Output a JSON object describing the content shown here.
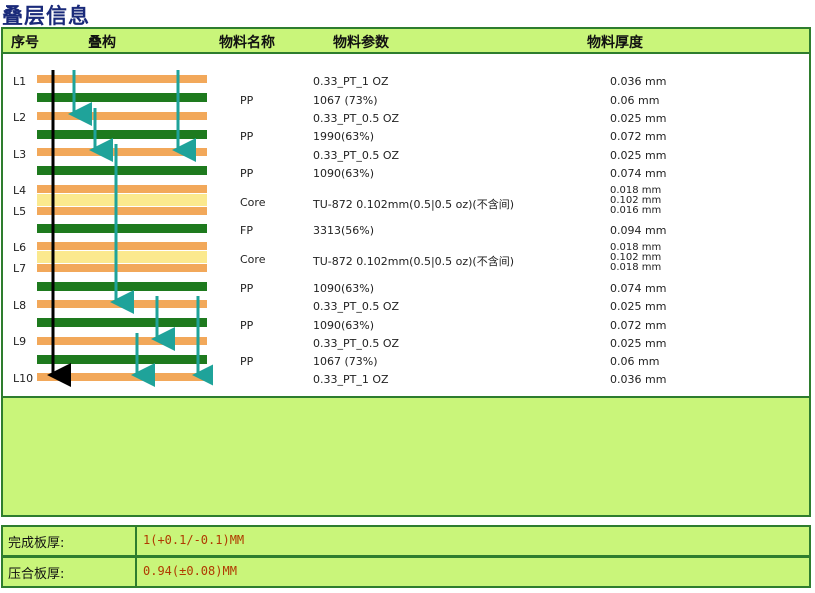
{
  "title": "叠层信息",
  "headers": {
    "seq": "序号",
    "stack": "叠构",
    "material_name": "物料名称",
    "material_param": "物料参数",
    "material_thickness": "物料厚度"
  },
  "layer_labels": [
    "L1",
    "L2",
    "L3",
    "L4",
    "L5",
    "L6",
    "L7",
    "L8",
    "L9",
    "L10"
  ],
  "rows": [
    {
      "name": "",
      "param": "0.33_PT_1 OZ",
      "thickness": "0.036 mm"
    },
    {
      "name": "PP",
      "param": "1067 (73%)",
      "thickness": "0.06 mm"
    },
    {
      "name": "",
      "param": "0.33_PT_0.5 OZ",
      "thickness": "0.025 mm"
    },
    {
      "name": "PP",
      "param": "1990(63%)",
      "thickness": "0.072 mm"
    },
    {
      "name": "",
      "param": "0.33_PT_0.5 OZ",
      "thickness": "0.025 mm"
    },
    {
      "name": "PP",
      "param": "1090(63%)",
      "thickness": "0.074 mm"
    },
    {
      "name": "Core",
      "param": "TU-872 0.102mm(0.5|0.5 oz)(不含间)",
      "thickness": ""
    },
    {
      "name": "",
      "param": "",
      "thickness": "0.018 mm"
    },
    {
      "name": "",
      "param": "",
      "thickness": "0.102 mm"
    },
    {
      "name": "",
      "param": "",
      "thickness": "0.016 mm"
    },
    {
      "name": "FP",
      "param": "3313(56%)",
      "thickness": "0.094 mm"
    },
    {
      "name": "Core",
      "param": "TU-872 0.102mm(0.5|0.5 oz)(不含间)",
      "thickness": ""
    },
    {
      "name": "",
      "param": "",
      "thickness": "0.018 mm"
    },
    {
      "name": "",
      "param": "",
      "thickness": "0.102 mm"
    },
    {
      "name": "",
      "param": "",
      "thickness": "0.018 mm"
    },
    {
      "name": "PP",
      "param": "1090(63%)",
      "thickness": "0.074 mm"
    },
    {
      "name": "",
      "param": "0.33_PT_0.5 OZ",
      "thickness": "0.025 mm"
    },
    {
      "name": "PP",
      "param": "1090(63%)",
      "thickness": "0.072 mm"
    },
    {
      "name": "",
      "param": "0.33_PT_0.5 OZ",
      "thickness": "0.025 mm"
    },
    {
      "name": "PP",
      "param": "1067 (73%)",
      "thickness": "0.06 mm"
    },
    {
      "name": "",
      "param": "0.33_PT_1 OZ",
      "thickness": "0.036 mm"
    }
  ],
  "summary": {
    "finished_label": "完成板厚:",
    "finished_value": "1(+0.1/-0.1)MM",
    "pressed_label": "压合板厚:",
    "pressed_value": "0.94(±0.08)MM"
  },
  "colors": {
    "copper": "#f2a85a",
    "prepreg": "#1e7a1e",
    "core": "#fbe98e",
    "via_arrow": "#1fa39a",
    "through_arrow": "#000000",
    "panel_bg": "#c9f57a",
    "border": "#2e7d2e"
  }
}
